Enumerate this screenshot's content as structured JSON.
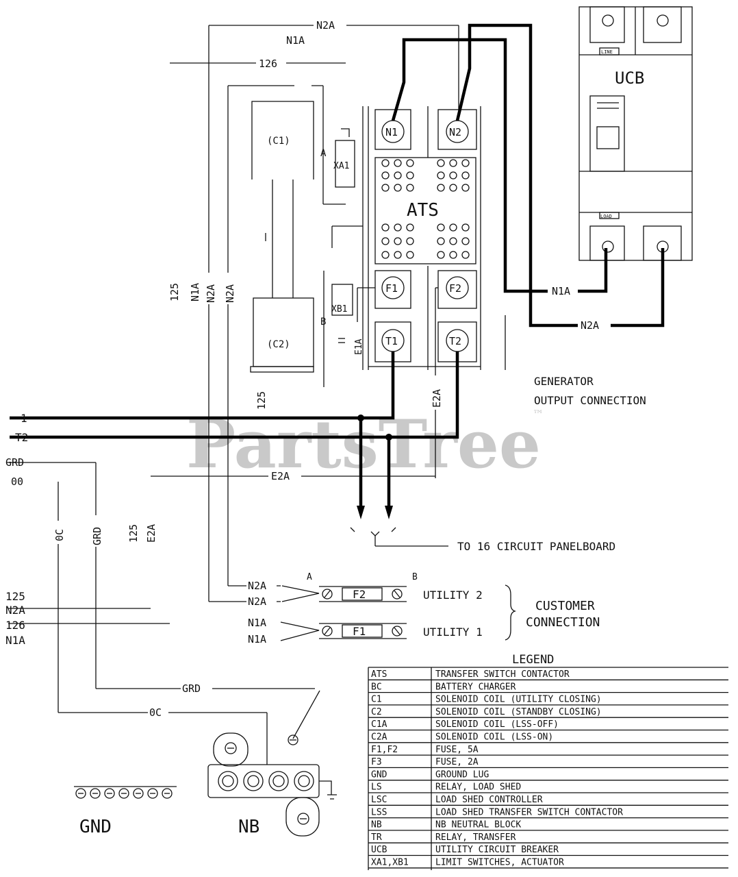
{
  "watermark": {
    "brand": "PartsTree",
    "tm": "™"
  },
  "ucb": {
    "title": "UCB",
    "line_label": "LINE",
    "load_label": "LOAD"
  },
  "ats": {
    "title": "ATS",
    "n1": "N1",
    "n2": "N2",
    "f1": "F1",
    "f2": "F2",
    "t1": "T1",
    "t2": "T2"
  },
  "components": {
    "c1": "(C1)",
    "c2": "(C2)",
    "xa1": "XA1",
    "xb1": "XB1",
    "label_a": "A",
    "label_b": "B",
    "e1a": "E1A"
  },
  "wires": {
    "n2a": "N2A",
    "n1a": "N1A",
    "w126": "126",
    "w125": "125",
    "e2a": "E2A",
    "grd": "GRD",
    "w00": "00",
    "oc": "0C",
    "l1": "1",
    "t2": "T2",
    "v125": "125",
    "vn1a": "N1A",
    "vn2a": "N2A",
    "ve2a": "E2A",
    "vgrd": "GRD"
  },
  "generator_output": {
    "line1": "GENERATOR",
    "line2": "OUTPUT CONNECTION"
  },
  "panelboard": "TO 16 CIRCUIT PANELBOARD",
  "customer": {
    "utility2": "UTILITY 2",
    "utility1": "UTILITY 1",
    "heading1": "CUSTOMER",
    "heading2": "CONNECTION",
    "f2": "F2",
    "f1": "F1",
    "a": "A",
    "b": "B",
    "left_125": "125",
    "left_n2a": "N2A",
    "left_126": "126",
    "left_n1a": "N1A",
    "n2a_1": "N2A",
    "n2a_2": "N2A",
    "n1a_1": "N1A",
    "n1a_2": "N1A"
  },
  "ground": {
    "gnd": "GND",
    "nb": "NB",
    "grd": "GRD",
    "oc": "0C"
  },
  "legend": {
    "title": "LEGEND",
    "rows": [
      {
        "code": "ATS",
        "desc": "TRANSFER SWITCH CONTACTOR"
      },
      {
        "code": "BC",
        "desc": "BATTERY CHARGER"
      },
      {
        "code": "C1",
        "desc": "SOLENOID COIL (UTILITY CLOSING)"
      },
      {
        "code": "C2",
        "desc": "SOLENOID COIL (STANDBY CLOSING)"
      },
      {
        "code": "C1A",
        "desc": "SOLENOID COIL (LSS-OFF)"
      },
      {
        "code": "C2A",
        "desc": "SOLENOID COIL (LSS-ON)"
      },
      {
        "code": "F1,F2",
        "desc": "FUSE, 5A"
      },
      {
        "code": "F3",
        "desc": "FUSE, 2A"
      },
      {
        "code": "GND",
        "desc": "GROUND LUG"
      },
      {
        "code": "LS",
        "desc": "RELAY, LOAD SHED"
      },
      {
        "code": "LSC",
        "desc": "LOAD SHED CONTROLLER"
      },
      {
        "code": "LSS",
        "desc": "LOAD SHED TRANSFER SWITCH CONTACTOR"
      },
      {
        "code": "NB",
        "desc": "NB NEUTRAL BLOCK"
      },
      {
        "code": "TR",
        "desc": "RELAY, TRANSFER"
      },
      {
        "code": "UCB",
        "desc": "UTILITY CIRCUIT BREAKER"
      },
      {
        "code": "XA1,XB1",
        "desc": "LIMIT SWITCHES, ACTUATOR"
      }
    ]
  }
}
